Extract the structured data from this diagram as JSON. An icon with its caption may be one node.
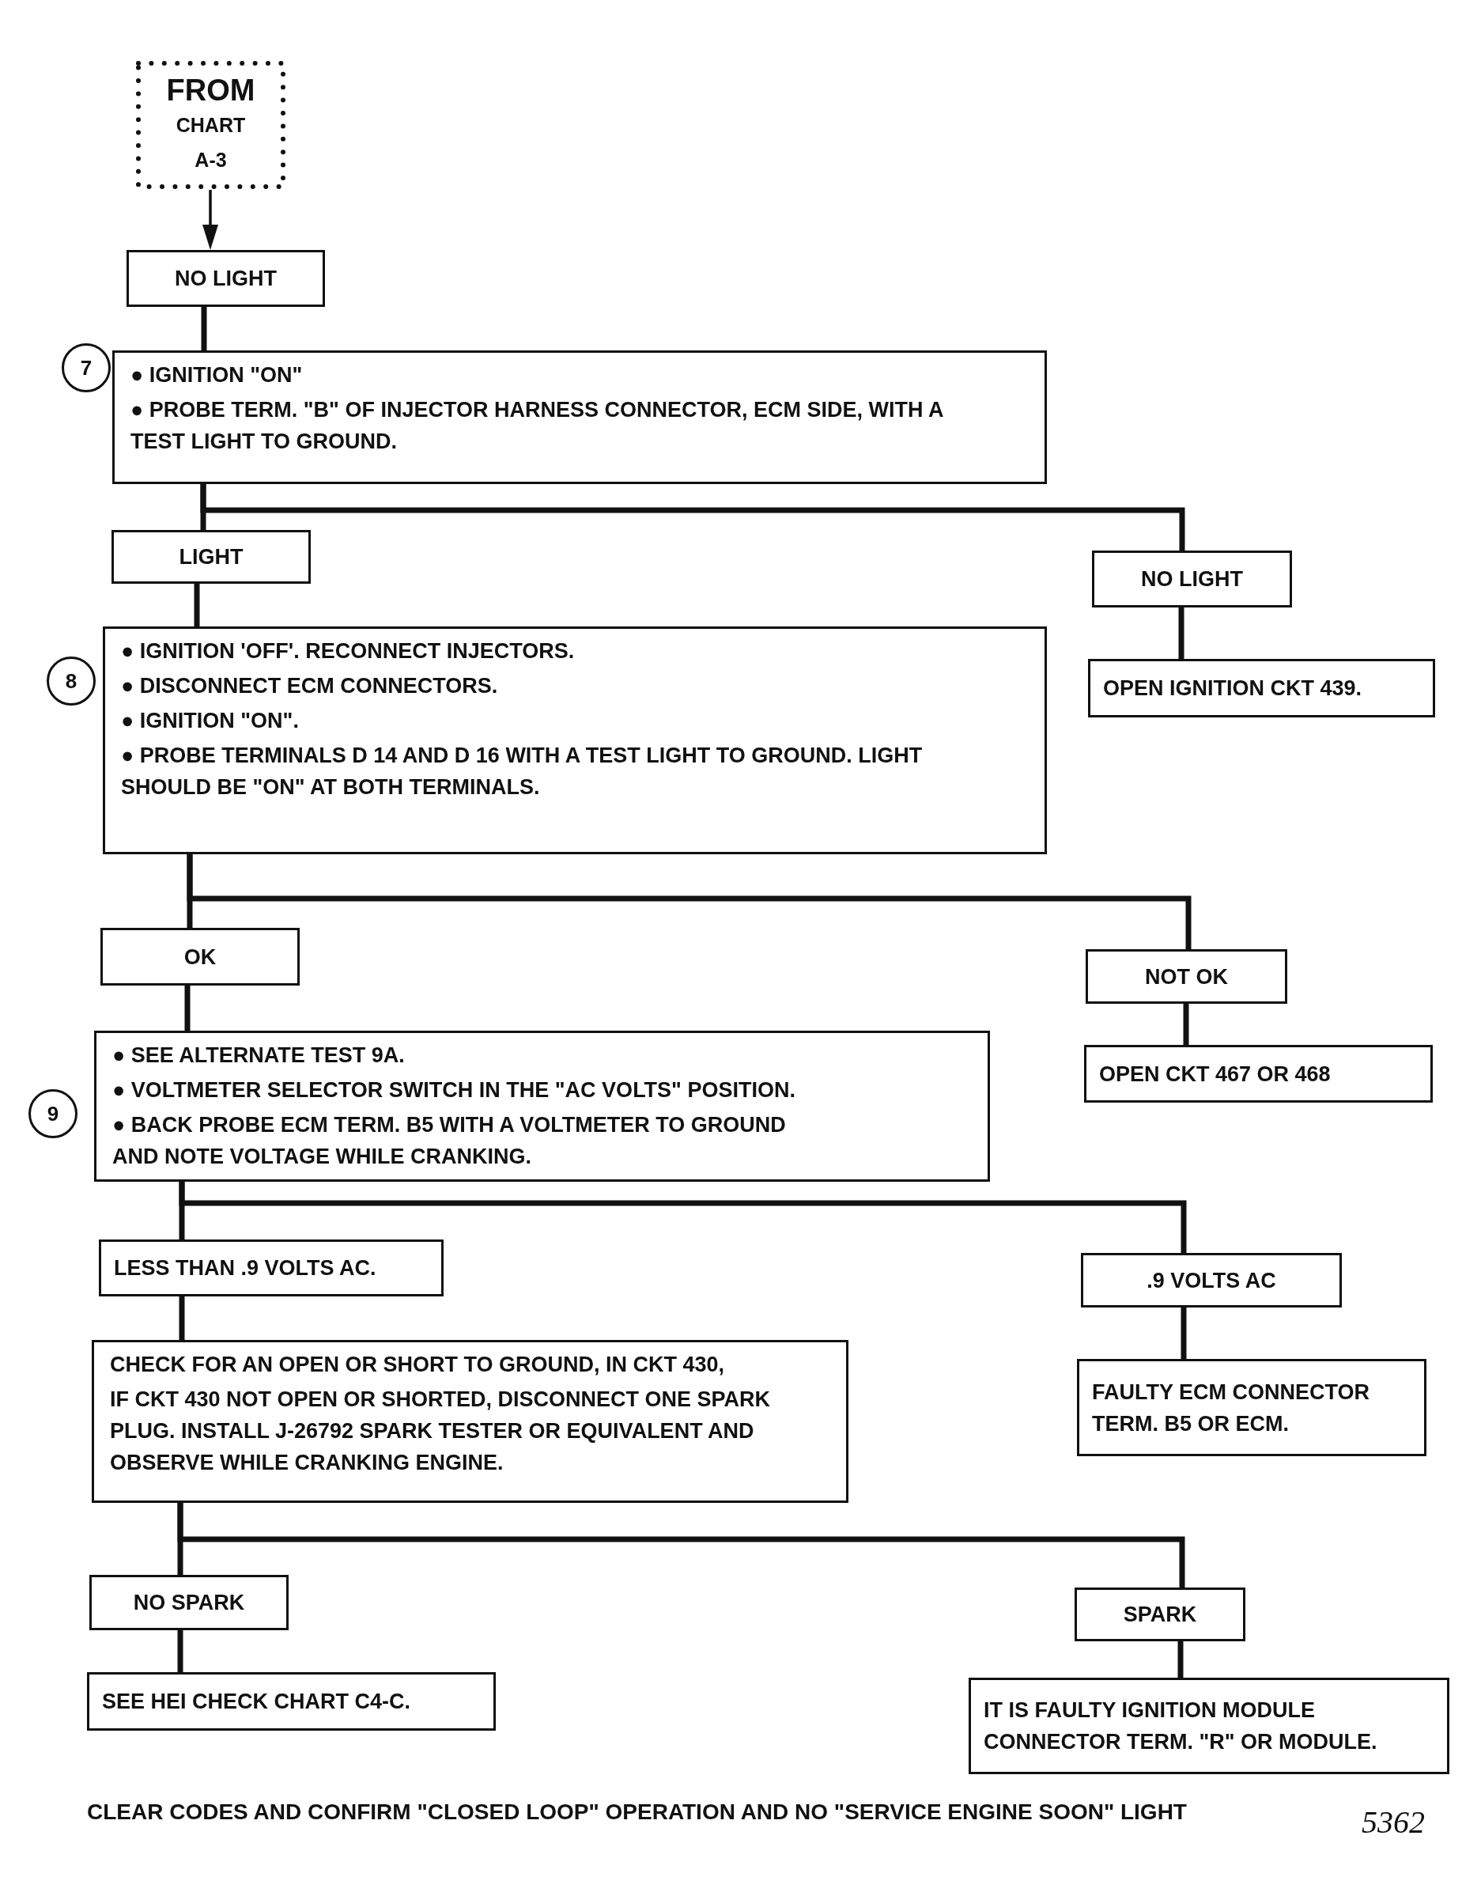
{
  "diagram": {
    "nodes": [
      {
        "text": [
          "FROM",
          "CHART A-3"
        ]
      },
      {
        "text": [
          "NO LIGHT"
        ]
      },
      {
        "text": [
          "7"
        ]
      },
      {
        "text": [
          "● IGNITION \"ON\"",
          "● PROBE TERM. \"B\" OF INJECTOR HARNESS CONNECTOR, ECM SIDE, WITH A TEST LIGHT TO GROUND."
        ]
      },
      {
        "text": [
          "LIGHT"
        ]
      },
      {
        "text": [
          "NO LIGHT"
        ]
      },
      {
        "text": [
          "8"
        ]
      },
      {
        "text": [
          "● IGNITION 'OFF'. RECONNECT INJECTORS.",
          "● DISCONNECT ECM CONNECTORS.",
          "● IGNITION \"ON\".",
          "● PROBE TERMINALS D 14 AND D 16 WITH A TEST LIGHT TO GROUND. LIGHT SHOULD BE \"ON\" AT BOTH TERMINALS."
        ]
      },
      {
        "text": [
          "OPEN IGNITION CKT 439."
        ]
      },
      {
        "text": [
          "OK"
        ]
      },
      {
        "text": [
          "NOT OK"
        ]
      },
      {
        "text": [
          "9"
        ]
      },
      {
        "text": [
          "● SEE ALTERNATE TEST 9A.",
          "● VOLTMETER SELECTOR SWITCH IN THE \"AC VOLTS\" POSITION.",
          "● BACK PROBE ECM TERM. B5 WITH A VOLTMETER TO GROUND AND NOTE VOLTAGE WHILE CRANKING."
        ]
      },
      {
        "text": [
          "OPEN CKT 467 OR 468"
        ]
      },
      {
        "text": [
          "LESS THAN .9 VOLTS AC."
        ]
      },
      {
        "text": [
          ".9 VOLTS AC"
        ]
      },
      {
        "text": [
          "CHECK FOR AN OPEN OR SHORT TO GROUND, IN CKT 430,",
          "IF CKT 430 NOT OPEN OR SHORTED, DISCONNECT ONE SPARK PLUG. INSTALL J-26792 SPARK TESTER OR EQUIVALENT AND OBSERVE WHILE CRANKING ENGINE."
        ]
      },
      {
        "text": [
          "FAULTY ECM CONNECTOR TERM. B5 OR ECM."
        ]
      },
      {
        "text": [
          "NO SPARK"
        ]
      },
      {
        "text": [
          "SPARK"
        ]
      },
      {
        "text": [
          "SEE HEI CHECK CHART C4-C."
        ]
      },
      {
        "text": [
          "IT IS FAULTY IGNITION MODULE CONNECTOR TERM. \"R\" OR MODULE."
        ]
      }
    ],
    "edges": [
      {
        "from": 0,
        "to": 1,
        "arrow": "to"
      },
      {
        "from": 1,
        "to": 3,
        "arrow": "none"
      },
      {
        "from": 3,
        "to": 4,
        "arrow": "none"
      },
      {
        "from": 3,
        "to": 5,
        "arrow": "none"
      },
      {
        "from": 4,
        "to": 7,
        "arrow": "none"
      },
      {
        "from": 5,
        "to": 8,
        "arrow": "none"
      },
      {
        "from": 7,
        "to": 9,
        "arrow": "none"
      },
      {
        "from": 7,
        "to": 10,
        "arrow": "none"
      },
      {
        "from": 9,
        "to": 12,
        "arrow": "none"
      },
      {
        "from": 10,
        "to": 13,
        "arrow": "none"
      },
      {
        "from": 12,
        "to": 14,
        "arrow": "none"
      },
      {
        "from": 12,
        "to": 15,
        "arrow": "none"
      },
      {
        "from": 14,
        "to": 16,
        "arrow": "none"
      },
      {
        "from": 15,
        "to": 17,
        "arrow": "none"
      },
      {
        "from": 16,
        "to": 18,
        "arrow": "none"
      },
      {
        "from": 16,
        "to": 19,
        "arrow": "none"
      },
      {
        "from": 18,
        "to": 20,
        "arrow": "none"
      },
      {
        "from": 19,
        "to": 21,
        "arrow": "none"
      }
    ],
    "labels": [
      "CLEAR CODES AND CONFIRM \"CLOSED LOOP\" OPERATION AND NO \"SERVICE ENGINE SOON\" LIGHT",
      "5362"
    ]
  }
}
